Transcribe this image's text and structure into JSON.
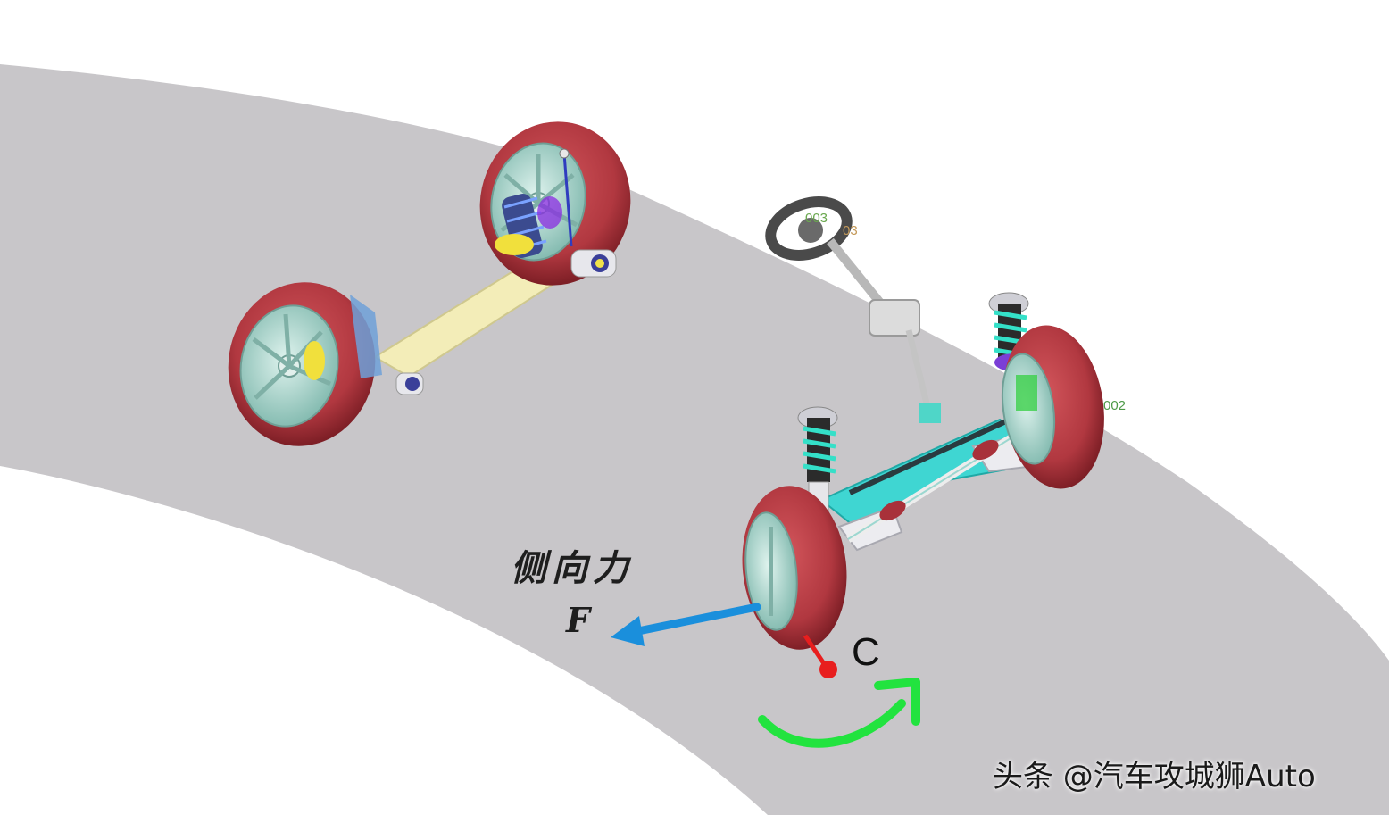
{
  "labels": {
    "force_name": "侧向力",
    "force_symbol": "F",
    "point": "C",
    "tag_steering_1": "003",
    "tag_steering_2": "03",
    "tag_front_right": "002"
  },
  "watermark": {
    "text": "头条 @汽车攻城狮Auto"
  },
  "colors": {
    "road": "#c8c6c9",
    "tire": "#b33a40",
    "rim": "#a9d8cf",
    "rear_axle": "#f3edb8",
    "front_subframe": "#3fd6d2",
    "force_arrow": "#1a8fdc",
    "moment_arrow": "#22e33f",
    "contact_point": "#e81e1e"
  }
}
